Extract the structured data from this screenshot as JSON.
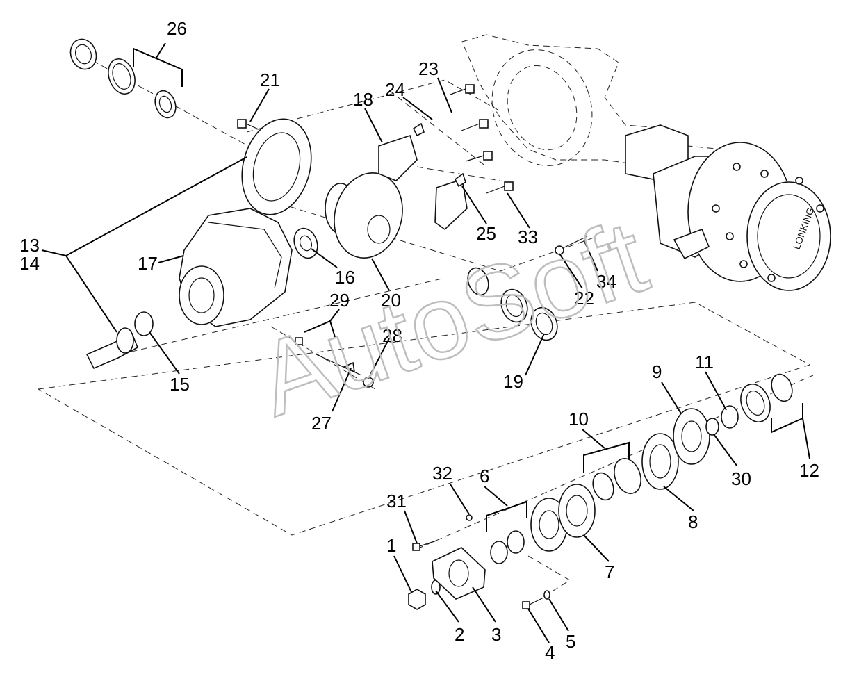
{
  "watermark": "AutoSoft",
  "hub_label": "LONKING",
  "callouts": [
    {
      "id": "c1",
      "text": "1"
    },
    {
      "id": "c2",
      "text": "2"
    },
    {
      "id": "c3",
      "text": "3"
    },
    {
      "id": "c4",
      "text": "4"
    },
    {
      "id": "c5",
      "text": "5"
    },
    {
      "id": "c6",
      "text": "6"
    },
    {
      "id": "c7",
      "text": "7"
    },
    {
      "id": "c8",
      "text": "8"
    },
    {
      "id": "c9",
      "text": "9"
    },
    {
      "id": "c10",
      "text": "10"
    },
    {
      "id": "c11",
      "text": "11"
    },
    {
      "id": "c12",
      "text": "12"
    },
    {
      "id": "c13",
      "text": "13"
    },
    {
      "id": "c14",
      "text": "14"
    },
    {
      "id": "c15",
      "text": "15"
    },
    {
      "id": "c16",
      "text": "16"
    },
    {
      "id": "c17",
      "text": "17"
    },
    {
      "id": "c18",
      "text": "18"
    },
    {
      "id": "c19",
      "text": "19"
    },
    {
      "id": "c20",
      "text": "20"
    },
    {
      "id": "c21",
      "text": "21"
    },
    {
      "id": "c22",
      "text": "22"
    },
    {
      "id": "c23",
      "text": "23"
    },
    {
      "id": "c24",
      "text": "24"
    },
    {
      "id": "c25",
      "text": "25"
    },
    {
      "id": "c26",
      "text": "26"
    },
    {
      "id": "c27",
      "text": "27"
    },
    {
      "id": "c28",
      "text": "28"
    },
    {
      "id": "c29",
      "text": "29"
    },
    {
      "id": "c30",
      "text": "30"
    },
    {
      "id": "c31",
      "text": "31"
    },
    {
      "id": "c32",
      "text": "32"
    },
    {
      "id": "c33",
      "text": "33"
    },
    {
      "id": "c34",
      "text": "34"
    }
  ]
}
